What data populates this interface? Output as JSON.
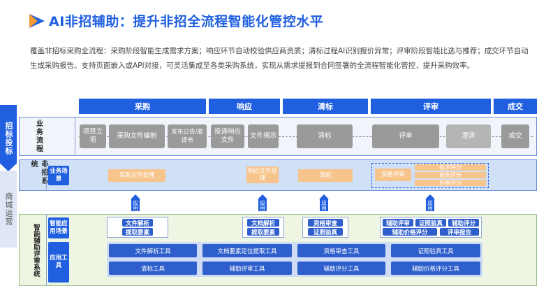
{
  "title": "AI非招辅助：提升非招全流程智能化管控水平",
  "description": "覆盖非招标采购全流程：采购阶段智能生成需求方案；响应环节自动校验供应商资质；清标过程AI识别报价异常；评审阶段智能比选与推荐；成交环节自动生成采购报告。支持页面嵌入或API对接，可灵活集成至各类采购系统，实现从需求提报到合同签署的全流程智能化管控，提升采购效率。",
  "side_tabs": [
    "招标投标",
    "商城运营"
  ],
  "phases": [
    "采购",
    "响应",
    "清标",
    "评审",
    "成交"
  ],
  "section_labels": {
    "business_flow": "业务流程",
    "system": "非招系统",
    "ai": "智能辅助评审系统"
  },
  "flow_steps": [
    "项目立项",
    "采购文件编制",
    "发布公告/邀请书",
    "投递响应文件",
    "文件揭示",
    "清标",
    "评审",
    "澄清",
    "成交"
  ],
  "system_tag": "业务场景",
  "system_items": [
    "采购文件处理",
    "响应文件处理",
    "清标"
  ],
  "review_group": {
    "main": "资格评审",
    "subs": [
      "技术评分",
      "商务评分",
      "价格评分"
    ]
  },
  "arrow_label": "应用",
  "app_tag": "智能应用场景",
  "tools_tag": "应用工具",
  "app_groups": [
    [
      "文件解析",
      "提取要素"
    ],
    [
      "文档解析",
      "提取要素"
    ],
    [
      "资格审查",
      "证照验真"
    ],
    [
      "辅助评审",
      "证照验真",
      "辅助评分",
      "辅助价格评分",
      "评审报告"
    ]
  ],
  "tools": [
    "文件解析工具",
    "文档要素定位提取工具",
    "资格审查工具",
    "证照验真工具",
    "清标工具",
    "辅助评审工具",
    "辅助评分工具",
    "辅助价格评分工具"
  ],
  "colors": {
    "primary": "#1f5fe0",
    "orange": "#f7c48c",
    "gray": "#9a9a9a"
  }
}
